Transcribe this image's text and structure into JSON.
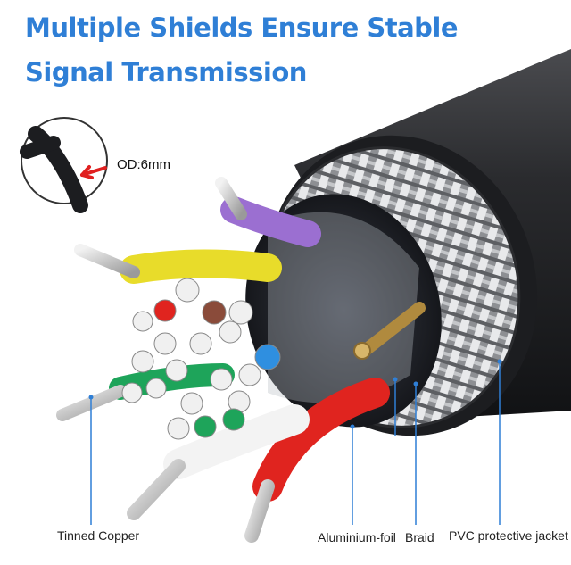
{
  "title": {
    "line1": "Multiple Shields Ensure Stable",
    "line2": "Signal Transmission"
  },
  "inset": {
    "od_label": "OD:6mm"
  },
  "labels": {
    "tinned_copper": "Tinned Copper",
    "aluminium_foil": "Aluminium-foil",
    "braid": "Braid",
    "pvc_jacket": "PVC protective jacket"
  },
  "colors": {
    "title": "#2f7fd6",
    "jacket": "#1e1f22",
    "pointer": "#2f7fd6",
    "inset_arrow": "#e02020"
  }
}
